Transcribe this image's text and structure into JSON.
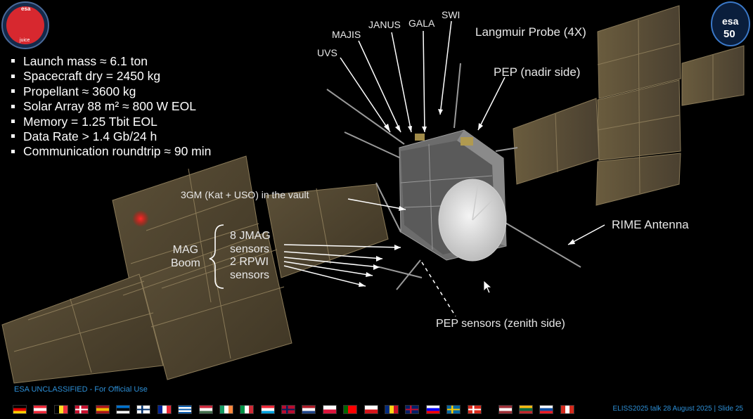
{
  "specs": [
    "Launch mass ≈ 6.1 ton",
    "Spacecraft dry = 2450 kg",
    "Propellant ≈ 3600 kg",
    "Solar Array 88 m² ≈ 800 W EOL",
    "Memory = 1.25 Tbit EOL",
    "Data Rate > 1.4 Gb/24 h",
    "Communication roundtrip ≈ 90 min"
  ],
  "labels": {
    "uvs": "UVS",
    "majis": "MAJIS",
    "janus": "JANUS",
    "gala": "GALA",
    "swi": "SWI",
    "langmuir": "Langmuir Probe (4X)",
    "pep_nadir": "PEP (nadir side)",
    "gm3": "3GM (Kat + USO) in the vault",
    "rime": "RIME Antenna",
    "pep_zenith": "PEP sensors (zenith side)",
    "mag_boom": [
      "MAG",
      "Boom"
    ],
    "mag_sensors": [
      "8 JMAG",
      "sensors",
      "2 RPWI",
      "sensors"
    ]
  },
  "logos": {
    "juice": {
      "agency": "esa",
      "name": "juice"
    },
    "esa": {
      "agency": "esa",
      "anniversary": "50"
    }
  },
  "footer": {
    "classification": "ESA UNCLASSIFIED - For Official Use",
    "talk": "ELISS2025 talk 28 August 2025 | Slide  25"
  },
  "flags": [
    {
      "country": "germany",
      "colors": [
        "#000000",
        "#dd0000",
        "#ffce00"
      ],
      "dir": "h"
    },
    {
      "country": "austria",
      "colors": [
        "#ed2939",
        "#ffffff",
        "#ed2939"
      ],
      "dir": "h"
    },
    {
      "country": "belgium",
      "colors": [
        "#000000",
        "#fdda24",
        "#ef3340"
      ],
      "dir": "v"
    },
    {
      "country": "denmark",
      "colors": [
        "#c8102e",
        "#ffffff"
      ],
      "dir": "cross"
    },
    {
      "country": "spain",
      "colors": [
        "#aa151b",
        "#f1bf00",
        "#aa151b"
      ],
      "dir": "h"
    },
    {
      "country": "estonia",
      "colors": [
        "#0072ce",
        "#000000",
        "#ffffff"
      ],
      "dir": "h"
    },
    {
      "country": "finland",
      "colors": [
        "#ffffff",
        "#002f6c"
      ],
      "dir": "cross"
    },
    {
      "country": "france",
      "colors": [
        "#002395",
        "#ffffff",
        "#ed2939"
      ],
      "dir": "v"
    },
    {
      "country": "greece",
      "colors": [
        "#0d5eaf",
        "#ffffff",
        "#0d5eaf",
        "#ffffff",
        "#0d5eaf"
      ],
      "dir": "h"
    },
    {
      "country": "hungary",
      "colors": [
        "#cd2a3e",
        "#ffffff",
        "#436f4d"
      ],
      "dir": "h"
    },
    {
      "country": "ireland",
      "colors": [
        "#169b62",
        "#ffffff",
        "#ff883e"
      ],
      "dir": "v"
    },
    {
      "country": "italy",
      "colors": [
        "#009246",
        "#ffffff",
        "#ce2b37"
      ],
      "dir": "v"
    },
    {
      "country": "luxembourg",
      "colors": [
        "#ed2939",
        "#ffffff",
        "#00a1de"
      ],
      "dir": "h"
    },
    {
      "country": "norway",
      "colors": [
        "#ba0c2f",
        "#00205b"
      ],
      "dir": "cross"
    },
    {
      "country": "netherlands",
      "colors": [
        "#ae1c28",
        "#ffffff",
        "#21468b"
      ],
      "dir": "h"
    },
    {
      "country": "poland",
      "colors": [
        "#ffffff",
        "#dc143c"
      ],
      "dir": "h"
    },
    {
      "country": "portugal",
      "colors": [
        "#006600",
        "#ff0000",
        "#ff0000"
      ],
      "dir": "v"
    },
    {
      "country": "czechia",
      "colors": [
        "#ffffff",
        "#d7141a"
      ],
      "dir": "h"
    },
    {
      "country": "romania",
      "colors": [
        "#002b7f",
        "#fcd116",
        "#ce1126"
      ],
      "dir": "v"
    },
    {
      "country": "united-kingdom",
      "colors": [
        "#012169",
        "#c8102e"
      ],
      "dir": "cross"
    },
    {
      "country": "slovenia",
      "colors": [
        "#ffffff",
        "#0000ff",
        "#ff0000"
      ],
      "dir": "h"
    },
    {
      "country": "sweden",
      "colors": [
        "#006aa7",
        "#fecc00"
      ],
      "dir": "cross"
    },
    {
      "country": "switzerland",
      "colors": [
        "#da291c",
        "#ffffff"
      ],
      "dir": "cross"
    },
    {
      "country": "latvia",
      "colors": [
        "#9e3039",
        "#ffffff",
        "#9e3039"
      ],
      "dir": "h"
    },
    {
      "country": "lithuania",
      "colors": [
        "#fdb913",
        "#006a44",
        "#c1272d"
      ],
      "dir": "h"
    },
    {
      "country": "slovakia",
      "colors": [
        "#ffffff",
        "#0b4ea2",
        "#ee1c25"
      ],
      "dir": "h"
    },
    {
      "country": "canada",
      "colors": [
        "#d52b1e",
        "#ffffff",
        "#d52b1e"
      ],
      "dir": "v"
    }
  ]
}
